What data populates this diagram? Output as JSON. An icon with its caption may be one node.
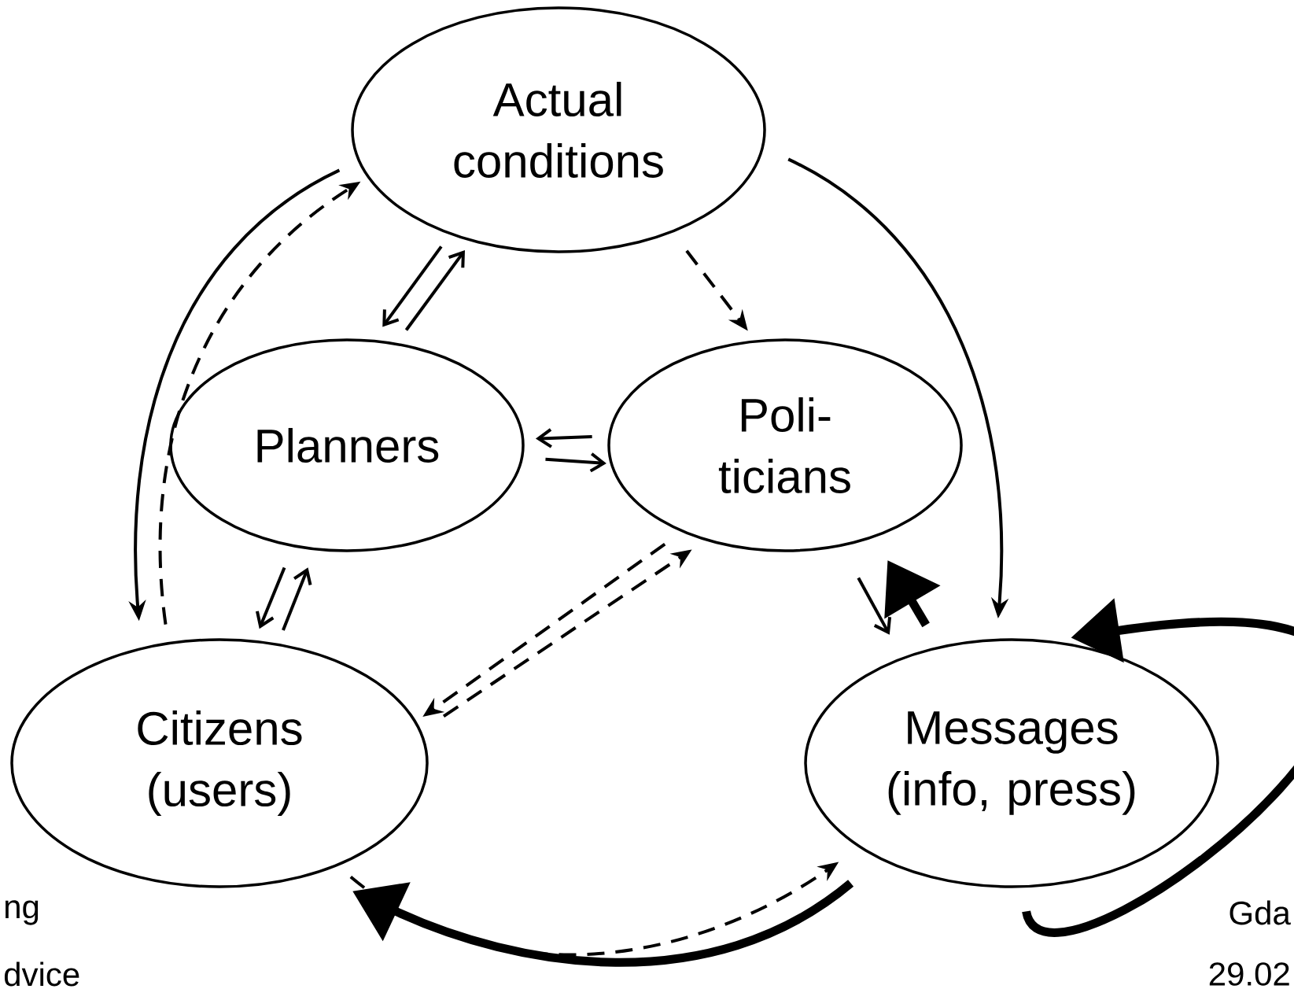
{
  "diagram": {
    "nodes": [
      {
        "text": [
          "Actual conditions"
        ]
      },
      {
        "text": [
          "Planners"
        ]
      },
      {
        "text": [
          "Poli- ticians"
        ]
      },
      {
        "text": [
          "Citizens (users)"
        ]
      },
      {
        "text": [
          "Messages (info, press)"
        ]
      }
    ],
    "edges": [
      {
        "from": 0,
        "to": 3,
        "arrow": "to"
      },
      {
        "from": 3,
        "to": 0,
        "arrow": "to",
        "style": "dashed"
      },
      {
        "from": 0,
        "to": 1,
        "arrow": "to"
      },
      {
        "from": 1,
        "to": 0,
        "arrow": "to"
      },
      {
        "from": 0,
        "to": 2,
        "arrow": "to",
        "style": "dashed"
      },
      {
        "from": 0,
        "to": 4,
        "arrow": "to"
      },
      {
        "from": 2,
        "to": 1,
        "arrow": "to"
      },
      {
        "from": 1,
        "to": 2,
        "arrow": "to"
      },
      {
        "from": 1,
        "to": 3,
        "arrow": "to"
      },
      {
        "from": 3,
        "to": 1,
        "arrow": "to"
      },
      {
        "from": 2,
        "to": 3,
        "arrow": "to",
        "style": "dashed"
      },
      {
        "from": 3,
        "to": 2,
        "arrow": "to",
        "style": "dashed"
      },
      {
        "from": 2,
        "to": 4,
        "arrow": "to"
      },
      {
        "from": 4,
        "to": 2,
        "arrow": "to",
        "style": "thick"
      },
      {
        "from": 3,
        "to": 4,
        "arrow": "to",
        "style": "dashed"
      },
      {
        "from": 4,
        "to": 3,
        "arrow": "to",
        "style": "thick"
      },
      {
        "from": 4,
        "to": 4,
        "arrow": "to",
        "style": "thick"
      }
    ],
    "labels": [
      "ng",
      "dvice",
      "Gda",
      "29.02"
    ]
  }
}
